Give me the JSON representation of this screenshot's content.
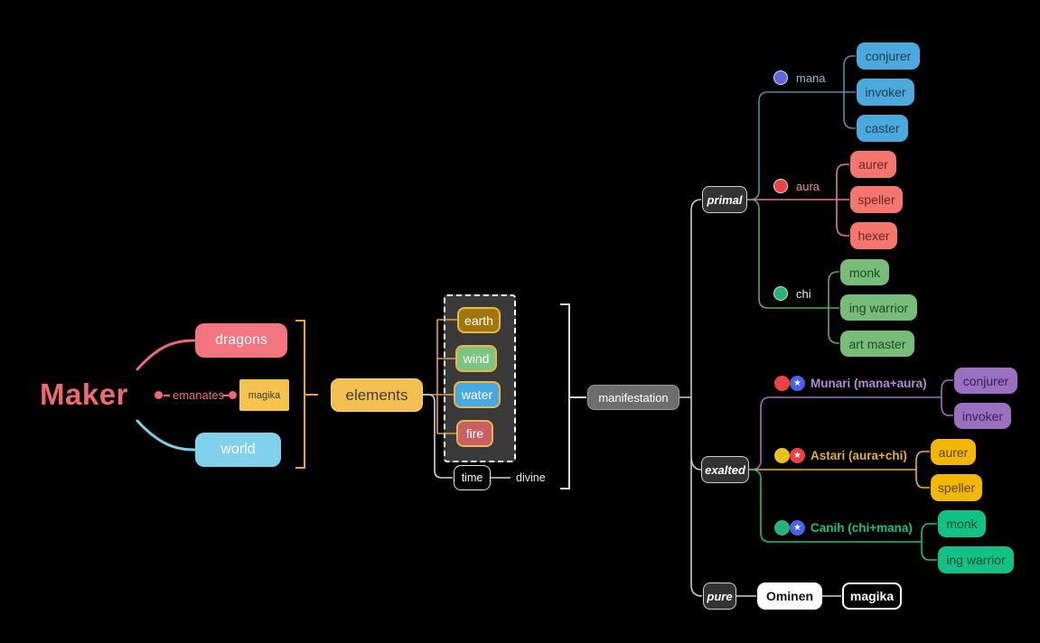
{
  "maker": {
    "label": "Maker"
  },
  "maker_children": {
    "dragons": "dragons",
    "world": "world",
    "emanates_label": "emanates",
    "magika": "magika"
  },
  "elements": {
    "label": "elements",
    "earth": "earth",
    "wind": "wind",
    "water": "water",
    "fire": "fire",
    "time": "time",
    "divine": "divine"
  },
  "manifestation": {
    "label": "manifestation"
  },
  "primal": {
    "label": "primal",
    "mana": {
      "label": "mana",
      "children": [
        "conjurer",
        "invoker",
        "caster"
      ]
    },
    "aura": {
      "label": "aura",
      "children": [
        "aurer",
        "speller",
        "hexer"
      ]
    },
    "chi": {
      "label": "chi",
      "children": [
        "monk",
        "ing warrior",
        "art master"
      ]
    }
  },
  "exalted": {
    "label": "exalted",
    "munari": {
      "label": "Munari (mana+aura)",
      "children": [
        "conjurer",
        "invoker"
      ]
    },
    "astari": {
      "label": "Astari (aura+chi)",
      "children": [
        "aurer",
        "speller"
      ]
    },
    "canih": {
      "label": "Canih (chi+mana)",
      "children": [
        "monk",
        "ing warrior"
      ]
    }
  },
  "pure": {
    "label": "pure",
    "ominen": "Ominen",
    "magika": "magika"
  },
  "icons": {
    "mana_dot": "blue-circle",
    "aura_dot": "red-circle",
    "chi_dot": "green-circle",
    "star_badge": "star-in-circle"
  },
  "colors": {
    "background": "#000000",
    "maker_text": "#ee6a70",
    "dragons_box": "#f4757d",
    "world_box": "#82d1ec",
    "magika_box": "#f5c34d",
    "elements_box": "#f3bf51",
    "earth_box": "#a1770b",
    "wind_box": "#7cc47f",
    "water_box": "#47a9e0",
    "fire_box": "#c95f63",
    "element_border": "#e9b64b",
    "dashed_container": "#3a3a3a",
    "manifestation_box": "#6d6d6d",
    "dark_node": "#333333",
    "blue_leaf": "#4ba9dd",
    "salmon_leaf": "#f4766f",
    "green_leaf": "#77bd79",
    "purple_leaf": "#9a70c1",
    "gold_leaf": "#f2b705",
    "emerald_leaf": "#12c186",
    "mana_dot": "#5b66dd",
    "aura_dot": "#ee4145",
    "chi_dot": "#27b376",
    "star_blue": "#4763e4",
    "star_red": "#ee4145",
    "astari_dot": "#e8c01f",
    "trunk_line": "#c9c9c9",
    "bracket_gold": "#e8a33d"
  }
}
